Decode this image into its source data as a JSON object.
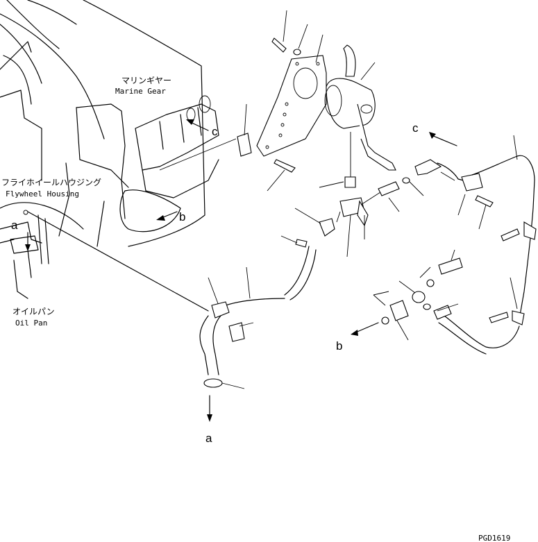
{
  "labels": {
    "marine_gear_jp": "マリンギヤー",
    "marine_gear_en": "Marine Gear",
    "flywheel_jp": "フライホイールハウジング",
    "flywheel_en": "Flywheel Housing",
    "oil_pan_jp": "オイルパン",
    "oil_pan_en": "Oil Pan",
    "ref_a_top": "a",
    "ref_a_bottom": "a",
    "ref_b_engine": "b",
    "ref_b_bottom": "b",
    "ref_c_engine": "c",
    "ref_c_right": "c",
    "drawing_number": "PGD1619"
  }
}
